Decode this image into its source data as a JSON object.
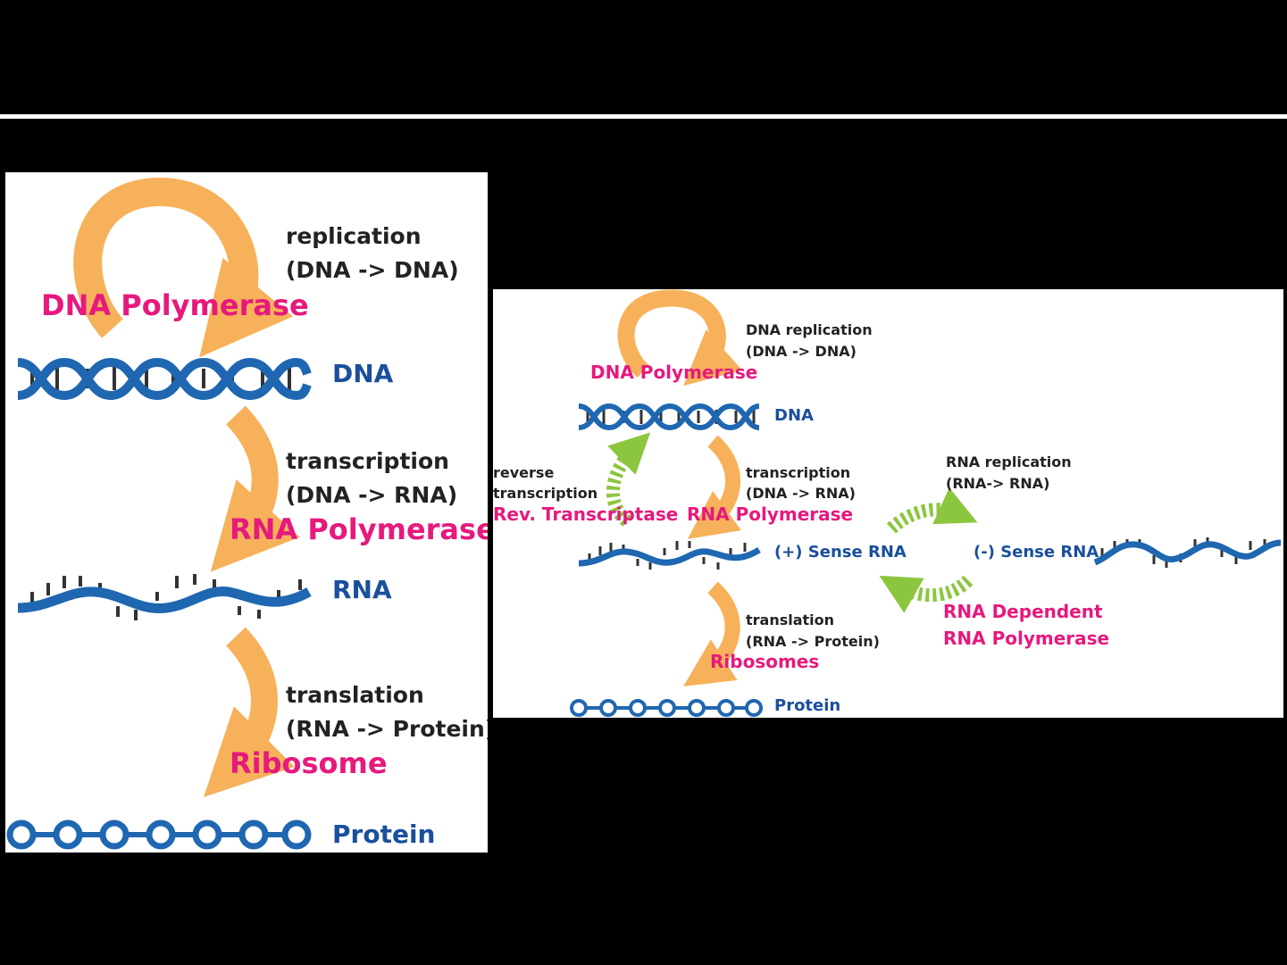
{
  "left_diagram": {
    "replication": {
      "process": "replication",
      "detail": "(DNA -> DNA)",
      "enzyme": "DNA Polymerase"
    },
    "transcription": {
      "process": "transcription",
      "detail": "(DNA -> RNA)",
      "enzyme": "RNA Polymerase"
    },
    "translation": {
      "process": "translation",
      "detail": "(RNA -> Protein)",
      "enzyme": "Ribosome"
    },
    "molecules": {
      "dna": "DNA",
      "rna": "RNA",
      "protein": "Protein"
    }
  },
  "right_diagram": {
    "dna_replication": {
      "process": "DNA replication",
      "detail": "(DNA -> DNA)",
      "enzyme": "DNA Polymerase"
    },
    "reverse_transcription": {
      "process_line1": "reverse",
      "process_line2": "transcription",
      "enzyme": "Rev. Transcriptase"
    },
    "transcription": {
      "process": "transcription",
      "detail": "(DNA -> RNA)",
      "enzyme": "RNA Polymerase"
    },
    "rna_replication": {
      "process": "RNA replication",
      "detail": "(RNA-> RNA)",
      "enzyme_line1": "RNA Dependent",
      "enzyme_line2": "RNA Polymerase"
    },
    "translation": {
      "process": "translation",
      "detail": "(RNA -> Protein)",
      "enzyme": "Ribosomes"
    },
    "molecules": {
      "dna": "DNA",
      "plus_rna": "(+) Sense RNA",
      "minus_rna": "(-) Sense RNA",
      "protein": "Protein"
    }
  },
  "colors": {
    "background": "#000000",
    "panel": "#ffffff",
    "arrow_orange": "#f7b15a",
    "arrow_green": "#8cc63f",
    "enzyme_pink": "#e6197d",
    "molecule_blue": "#1a4f9c",
    "strand_blue": "#1f67b1"
  }
}
